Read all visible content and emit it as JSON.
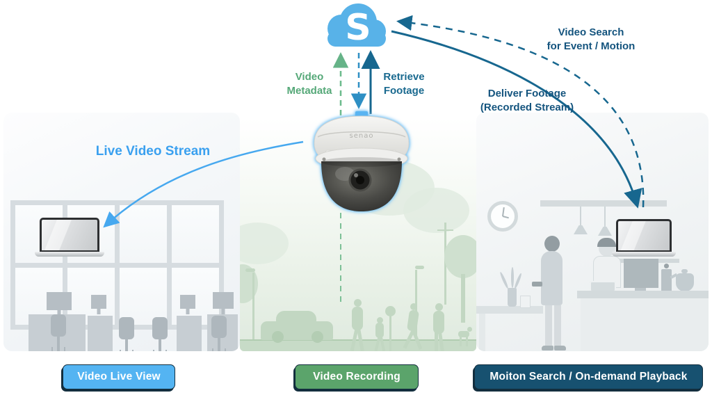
{
  "colors": {
    "cloud_blue": "#58b2e8",
    "light_blue": "#3aa0ef",
    "green": "#55a878",
    "teal": "#19698f",
    "dark_teal": "#14547e",
    "btn_blue": "#54b4f2",
    "btn_green": "#5ba46b",
    "btn_dark": "#175170"
  },
  "cloud": {
    "letter": "S"
  },
  "camera": {
    "brand": "senao"
  },
  "flows": {
    "video_metadata": {
      "label": "Video\nMetadata"
    },
    "retrieve_footage": {
      "label": "Retrieve\nFootage"
    },
    "video_search": {
      "label": "Video Search\nfor Event / Motion"
    },
    "deliver_footage": {
      "label": "Deliver Footage\n(Recorded Stream)"
    },
    "live_video_stream": {
      "label": "Live Video Stream"
    }
  },
  "buttons": [
    {
      "id": "video-live-view",
      "label": "Video Live View",
      "color": "#54b4f2"
    },
    {
      "id": "video-recording",
      "label": "Video Recording",
      "color": "#5ba46b"
    },
    {
      "id": "motion-search-playback",
      "label": "Moiton Search / On-demand Playback",
      "color": "#175170"
    }
  ],
  "icons": {
    "cloud": "cloud-with-letter-S",
    "camera": "dome-surveillance-camera",
    "laptop": "laptop-screen",
    "clock": "wall-clock"
  }
}
